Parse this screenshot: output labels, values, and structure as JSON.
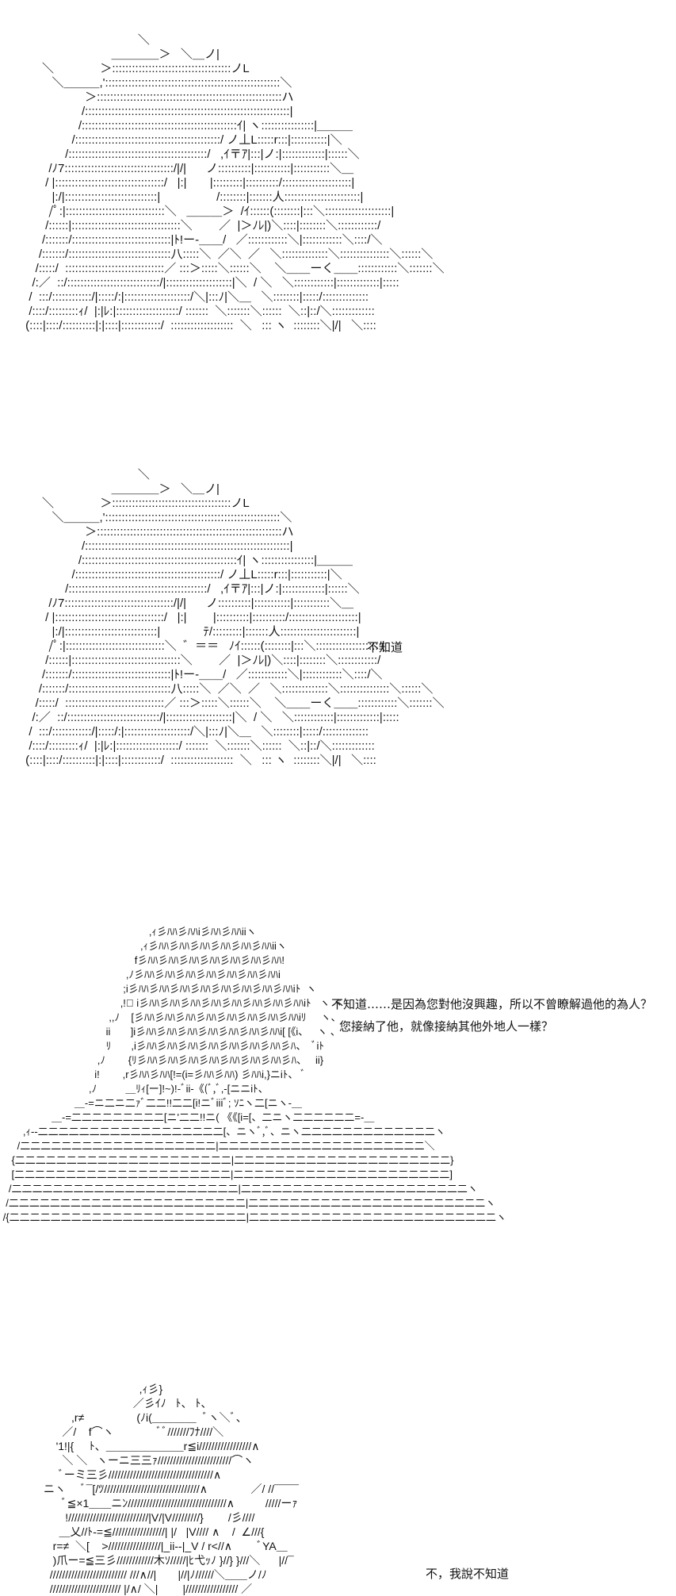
{
  "panels": [
    {
      "id": "panel-1",
      "art_lines": [
        "                                   ＼",
        "                           ＿＿＿＿＞   ＼＿ノ|",
        "      ＼              ＞::::::::::::::::::::::::::::::::::::ノL",
        "         ＼＿＿＿,':::::::::::::::::::::::::::::::::::::::::::::::::::::＼",
        "                   ＞::::::::::::::::::::::::::::::::::::::::::::::::::::::::ハ",
        "                  /::::::::::::::::::::::::::::::::::::::::::::::::::::::::::::::|",
        "                 /:::::::::::::::::::::::::::::::::::::::::::::::ｲ| ヽ::::::::::::::::|＿＿＿",
        "               /::::::::::::::::::::::::::::::::::::::::::::/ ノ丄L:::::r:::|:::::::::::|＼",
        "             /::::::::::::::::::::::::::::::::::::::::::/   ,ｲ〒ｱ|:::|ノ:|:::::::::::::|::::::＼",
        "        /ﾉ7:::::::::::::::::::::::::::::::::/|/|      ノ::::::::::|:::::::::::|:::::::::::＼＿",
        "       / |:::::::::::::::::::::::::::::::::/   |:|       |:::::::::|::::::::::/:::::::::::::::::::::|",
        "         |:/|::::::::::::::::::::::::::::|                 /::::::::|:::::::人:::::::::::::::::::::::|",
        "        /ﾟ:|::::::::::::::::::::::::::::::＼   ＿＿＿＞  /ｲ::::::(::::::::|:::＼::::::::::::::::::::|",
        "       /::::::|:::::::::::::::::::::::::::::::::＼        ／  |＞ﾉﾚ|)＼::::|::::::::＼::::::::::::/",
        "      /:::::::/::::::::::::::::::::::::::::::|ﾄ!ー-＿＿/   ／::::::::::::＼|::::::::::::＼::::/＼",
        "     /:::::::/:::::::::::::::::::::::::::::::八:::::＼  ／＼  ／   ＼::::::::::::::＼:::::::::::::::＼::::::＼",
        "    /:::::/  ::::::::::::::::::::::::::::::／ :::＞:::::＼::::::＼    ＼＿＿ーく＿＿::::::::::::＼:::::::＼",
        "   /:／  ::/::::::::::::::::::::::::::::/|::::::::::::::::::::|＼  / ＼   ＼::::::::::::|:::::::::::::|:::::",
        "  /  :::/::::::::::::/|:::::/:|::::::::::::::::::::/＼|:::ﾉ|＼＿   ＼::::::::|:::::/::::::::::::::",
        "  /::::/:::::::::ｨ/  |:|ﾚ:|:::::::::::::::::::/ :::::::  ＼:::::::＼::::::  ＼::|::/＼:::::::::::::",
        " (::::|::::/::::::::::|:|::::|::::::::::::/  :::::::::::::::::::  ＼   ::: ヽ  ::::::::＼|/|   ＼::::"
      ],
      "speech": []
    },
    {
      "id": "panel-2",
      "art_lines": [
        "                                   ＼",
        "                           ＿＿＿＿＞   ＼＿ノ|",
        "      ＼              ＞::::::::::::::::::::::::::::::::::::ノL",
        "         ＼＿＿＿,':::::::::::::::::::::::::::::::::::::::::::::::::::::＼",
        "                   ＞::::::::::::::::::::::::::::::::::::::::::::::::::::::::ハ",
        "                  /::::::::::::::::::::::::::::::::::::::::::::::::::::::::::::::|",
        "                 /:::::::::::::::::::::::::::::::::::::::::::::::ｲ| ヽ::::::::::::::::|＿＿＿",
        "               /::::::::::::::::::::::::::::::::::::::::::::/ ノ丄L:::::r:::|:::::::::::|＼",
        "             /::::::::::::::::::::::::::::::::::::::::::/   ,ｲ〒ｱ|:::|ノ:|:::::::::::::|::::::＼",
        "        /ﾉ7:::::::::::::::::::::::::::::::::/|/|      ノ::::::::::|:::::::::::|:::::::::::＼＿",
        "       / |:::::::::::::::::::::::::::::::::/   |:|        |::::::::::|::::::::::/:::::::::::::::::::::|",
        "         |:/|::::::::::::::::::::::::::::|             ﾃ/:::::::::|:::::::人:::::::::::::::::::::::|",
        "        /ﾟ:|::::::::::::::::::::::::::::::＼  ゛＝＝   ﾉｲ::::::(::::::::|:::＼::::::::::::::::::::|",
        "       /::::::|:::::::::::::::::::::::::::::::::＼        ／  |＞ﾉﾚ|)＼::::|::::::::＼::::::::::::/",
        "      /:::::::/::::::::::::::::::::::::::::::|ﾄ!ー-＿＿/   ／::::::::::::＼|::::::::::::＼::::/＼",
        "     /:::::::/:::::::::::::::::::::::::::::::八:::::＼  ／＼  ／   ＼::::::::::::::＼:::::::::::::::＼::::::＼",
        "    /:::::/  ::::::::::::::::::::::::::::::／ :::＞:::::＼::::::＼    ＼＿＿ーく＿＿::::::::::::＼:::::::＼",
        "   /:／  ::/::::::::::::::::::::::::::::/|::::::::::::::::::::|＼  / ＼   ＼::::::::::::|:::::::::::::|:::::",
        "  /  :::/::::::::::::/|:::::/:|::::::::::::::::::::/＼|:::ﾉ|＼＿   ＼::::::::|:::::/::::::::::::::",
        "  /::::/:::::::::ｨ/  |:|ﾚ:|:::::::::::::::::::/ :::::::  ＼:::::::＼::::::  ＼::|::/＼:::::::::::::",
        " (::::|::::/::::::::::|:|::::|::::::::::::/  :::::::::::::::::::  ＼   ::: ヽ  ::::::::＼|/|   ＼::::"
      ],
      "speech": [
        {
          "text": "不知道"
        }
      ]
    },
    {
      "id": "panel-3",
      "art_lines": [
        "                                                    ,ｨ彡ﾊﾊ彡ﾊﾊi彡ﾊﾊ彡ﾊﾊiiヽ",
        "                                                 ,ｨ彡ﾊﾊ彡ﾊﾊ彡ﾊﾊ彡ﾊﾊ彡ﾊﾊ彡ﾊﾊiiヽ",
        "                                               f彡ﾊﾊ彡ﾊﾊ彡ﾊﾊ彡ﾊﾊ彡ﾊﾊ彡ﾊﾊ彡ﾊﾊ!",
        "                                            ,ﾉ彡ﾊﾊ彡ﾊﾊ彡ﾊﾊ彡ﾊﾊ彡ﾊﾊ彡ﾊﾊ彡ﾊﾊi",
        "                                           ;i彡ﾊﾊ彡ﾊﾊ彡ﾊﾊ彡ﾊﾊ彡ﾊﾊ彡ﾊﾊ彡ﾊﾊ彡ﾊﾊiﾄ  ヽ",
        "                                          ,!ﾞ i彡ﾊﾊ彡ﾊﾊ彡ﾊﾊ彡ﾊﾊ彡ﾊﾊ彡ﾊﾊ彡ﾊﾊ彡ﾊﾊiﾄ   ヽ ヾ",
        "                                      ,,ﾉ    [彡ﾊﾊ彡ﾊﾊ彡ﾊﾊ彡ﾊﾊ彡ﾊﾊ彡ﾊﾊ彡ﾊﾊ彡ﾊﾊiﾘ     ヽ、",
        "                                     ii       ]i彡ﾊﾊ彡ﾊﾊ彡ﾊﾊ彡ﾊﾊ彡ﾊﾊ彡ﾊﾊ彡ﾊﾊi[ [《i、   ヽ 、",
        "                                     ﾘ       ,i彡ﾊﾊ彡ﾊﾊ彡ﾊﾊ彡ﾊﾊ彡ﾊﾊ彡ﾊﾊ彡ﾊﾊ彡ﾊ、  ﾞiﾄ",
        "                                  ,ﾉ        {ﾘ彡ﾊﾊ彡ﾊﾊ彡ﾊﾊ彡ﾊﾊ彡ﾊﾊ彡ﾊﾊ彡ﾊﾊ彡ﾊ、   ii}",
        "                                 i!        ,r彡ﾊﾊ彡ﾊﾊ[!=(i=彡ﾊﾊ彡ﾊﾊ) 彡ﾊﾊi,}ニiﾄ、 ﾞ",
        "                               ,ﾉ          ＿ﾘｨ[ー]!~)!-ﾞii-《(ﾞ,ﾞ,-[ニニiﾄ、",
        "                          ＿-=ニ二ニ二ｧﾞ二二!!二二[i!ニﾞiiiﾞ; ｿﾆヽ二[ニヽ-＿",
        "                  ＿-=二二二二二二二二二[ニ'二二!!ニ( 《《[i=[、二ニヽ二二二二二二=-＿",
        "        ,ｨ--二二二二二二二二二二二二二二二二二二[、ニヽﾞ,ﾞ、ニヽ二二二二二二二二二二二二二ヽ",
        "      /二二二二二二二二二二二二二二二二二二二|二二二二二二二二二二二二二二二二二二二二＼",
        "    {二二二二二二二二二二二二二二二二二二二二二|二二二二二二二二二二二二二二二二二二二二二}",
        "    [二二二二二二二二二二二二二二二二二二二二二|二二二二二二二二二二二二二二二二二二二二二]",
        "   /二二二二二二二二二二二二二二二二二二二二二二|二二二二二二二二二二二二二二二二二二二二二二ヽ",
        "  /二二二二二二二二二二二二二二二二二二二二二二二|二二二二二二二二二二二二二二二二二二二二二二二ヽ",
        " /{二二二二二二二二二二二二二二二二二二二二二二二|二二二二二二二二二二二二二二二二二二二二二二二二ヽ"
      ],
      "speech": [
        {
          "text": "不知道……是因為您對他沒興趣，所以不曾瞭解過他的為人？"
        },
        {
          "text": "您接納了他，就像接納其他外地人一樣？"
        }
      ]
    },
    {
      "id": "panel-4",
      "art_lines": [
        "                                        ,ｨ彡}",
        "                                      ／彡ｲﾉ   ﾄ、 ﾄ、",
        "                  ,r≠                 (ﾉi(＿＿＿＿  ﾞヽ＼ﾞ、",
        "               ／/    f⌒ヽ              ﾞﾞ///////ﾌﾅ////＼",
        "             '1!|{     ﾄ、＿＿＿＿＿＿＿r≦i/////////////////∧",
        "               ＼ ＼   ヽーニ三三ｧ////////////////////////⌒ヽ",
        "              ﾞーミ三彡//////////////////////////////////∧",
        "         ニヽ     ﾞ¯[/ﾂ///////////////////////////////∧              ／/ //¯¯¯¯",
        "               ﾞ≦×1＿＿ニﾝ////////////////////////////////∧          /////ーｧ",
        "                !//////////////////////////|V/|V/////////}        /彡////",
        "              ＿乂//ﾄ-=≦/////////////////| |/   |V//// ∧    /  ∠///{",
        "            r=≠  ＼[    >/////////////////|_ii--|_V / r<//∧        ﾞYA＿",
        "            )爪ー=≦三彡////////////木ｿ/////|ﾋ弋ｯﾉ }//} }///＼      |//¯",
        "           ///////////////////////// ///∧//|       |//|ﾉ//////＼＿＿ノ/ﾉ",
        "           /////////////////////// |/∧/ ＼|        |///////////////// ／"
      ],
      "speech": [
        {
          "text": "不，我說不知道"
        }
      ]
    }
  ]
}
